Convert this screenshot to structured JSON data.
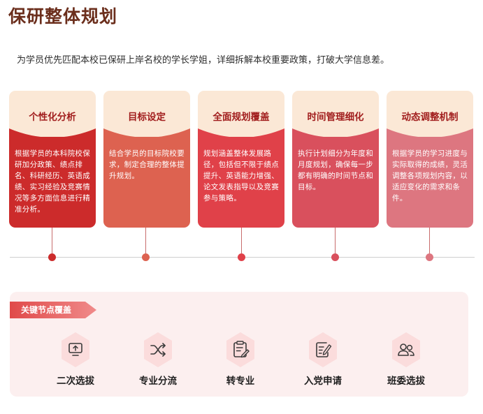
{
  "page": {
    "title": "保研整体规划",
    "intro": "为学员优先匹配本校已保研上岸名校的学长学姐，详细拆解本校重要政策，打破大学信息差。"
  },
  "cards": [
    {
      "title": "个性化分析",
      "text": "根据学员的本科院校保研加分政策、绩点排名、科研经历、英语成绩、实习经验及竞赛情况等多方面信息进行精准分析。",
      "color": "#cc2b2b"
    },
    {
      "title": "目标设定",
      "text": "结合学员的目标院校要求，制定合理的整体提升规划。",
      "color": "#dd6250"
    },
    {
      "title": "全面规划覆盖",
      "text": "规划涵盖整体发展路径，包括但不限于绩点提升、英语能力增强、论文发表指导以及竞赛参与策略。",
      "color": "#e04149"
    },
    {
      "title": "时间管理细化",
      "text": "执行计划细分为年度和月度规划，确保每一步都有明确的时间节点和目标。",
      "color": "#d9505d"
    },
    {
      "title": "动态调整机制",
      "text": "根据学员的学习进度与实际取得的成绩，灵活调整各项规划内容，以适应变化的需求和条件。",
      "color": "#dd7680"
    }
  ],
  "colors": {
    "title": "#6b2e1c",
    "card_top": "#fbe8d6",
    "panel": "#fcefef",
    "icon_hex": "#fbdcdc",
    "icon_stroke": "#3a3a3a"
  },
  "key_nodes": {
    "badge": "关键节点覆盖",
    "items": [
      {
        "label": "二次选拔",
        "icon": "monitor-upload-icon"
      },
      {
        "label": "专业分流",
        "icon": "shuffle-icon"
      },
      {
        "label": "转专业",
        "icon": "clipboard-edit-icon"
      },
      {
        "label": "入党申请",
        "icon": "document-pen-icon"
      },
      {
        "label": "班委选拔",
        "icon": "users-icon"
      }
    ]
  }
}
